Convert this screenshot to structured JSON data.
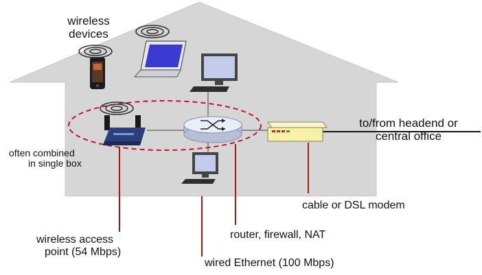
{
  "labels": {
    "wireless_devices_1": "wireless",
    "wireless_devices_2": "devices",
    "combined_1": "often combined",
    "combined_2": "in single box",
    "headend_1": "to/from headend or",
    "headend_2": "central office",
    "modem": "cable or DSL modem",
    "router": "router, firewall, NAT",
    "ap_1": "wireless access",
    "ap_2": "point (54 Mbps)",
    "ethernet": "wired Ethernet (100 Mbps)"
  },
  "colors": {
    "house": "#d6d6d6",
    "pointer": "#b01515",
    "dashed_ellipse": "#c8102e",
    "modem_body": "#f7f0a8",
    "router_body": "#e8eefa"
  }
}
